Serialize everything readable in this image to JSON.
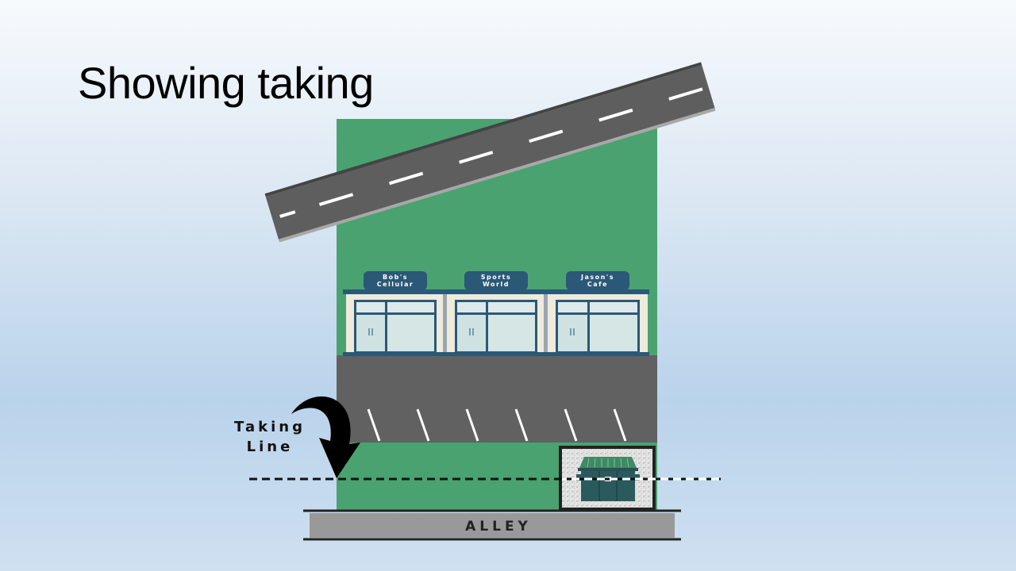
{
  "slide": {
    "title": "Showing taking"
  },
  "stores": [
    {
      "line1": "Bob's",
      "line2": "Cellular"
    },
    {
      "line1": "Sports",
      "line2": "World"
    },
    {
      "line1": "Jason's",
      "line2": "Cafe"
    }
  ],
  "alley": {
    "label": "ALLEY"
  },
  "taking_line": {
    "line1": "Taking",
    "line2": "Line"
  },
  "colors": {
    "lot_green": "#4aa271",
    "road": "#5e5e5e",
    "storefront_blue": "#2b5876",
    "alley_gray": "#999999"
  }
}
